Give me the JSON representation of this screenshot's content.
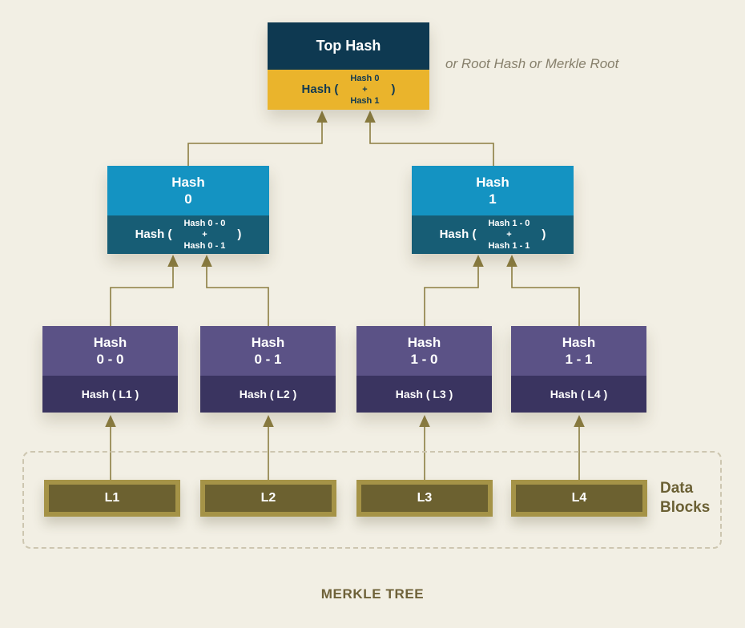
{
  "diagram": {
    "title": "MERKLE TREE",
    "root_note": "or Root Hash or Merkle Root",
    "root": {
      "title": "Top Hash",
      "formula": {
        "prefix": "Hash (",
        "top": "Hash 0",
        "op": "+",
        "bottom": "Hash 1",
        "suffix": ")"
      }
    },
    "branches": [
      {
        "name_line1": "Hash",
        "name_line2": "0",
        "formula": {
          "prefix": "Hash (",
          "top": "Hash 0 - 0",
          "op": "+",
          "bottom": "Hash 0 - 1",
          "suffix": ")"
        }
      },
      {
        "name_line1": "Hash",
        "name_line2": "1",
        "formula": {
          "prefix": "Hash (",
          "top": "Hash 1 - 0",
          "op": "+",
          "bottom": "Hash 1 - 1",
          "suffix": ")"
        }
      }
    ],
    "leaves": [
      {
        "name_line1": "Hash",
        "name_line2": "0 - 0",
        "formula": "Hash ( L1 )"
      },
      {
        "name_line1": "Hash",
        "name_line2": "0 - 1",
        "formula": "Hash ( L2 )"
      },
      {
        "name_line1": "Hash",
        "name_line2": "1 - 0",
        "formula": "Hash ( L3 )"
      },
      {
        "name_line1": "Hash",
        "name_line2": "1 - 1",
        "formula": "Hash ( L4 )"
      }
    ],
    "data_blocks": {
      "label_line1": "Data",
      "label_line2": "Blocks",
      "items": [
        "L1",
        "L2",
        "L3",
        "L4"
      ]
    },
    "colors": {
      "background": "#f2efe4",
      "root_header": "#0e3951",
      "root_formula": "#eab42c",
      "branch_header": "#1493c2",
      "branch_formula": "#175d75",
      "leaf_header": "#5b5286",
      "leaf_formula": "#3a3460",
      "data_block_fill": "#6c6130",
      "data_block_border": "#a59347",
      "connector": "#8c7e42",
      "dashed_border": "#cdc6b0",
      "label_text": "#6b6034",
      "note_text": "#87806c"
    }
  }
}
